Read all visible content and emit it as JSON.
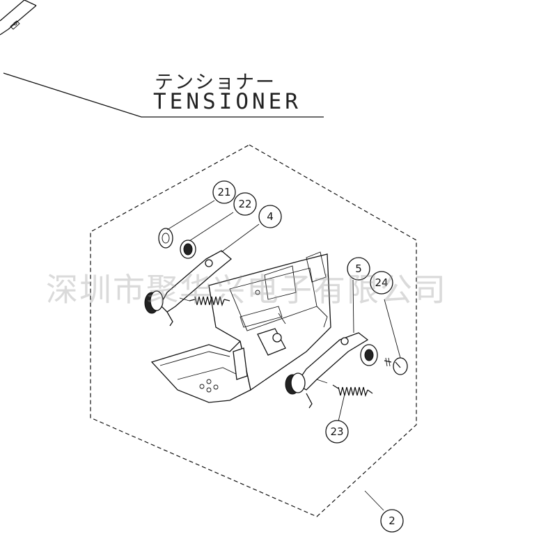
{
  "title": {
    "japanese": "テンショナー",
    "english": "TENSIONER"
  },
  "watermark": "深圳市聚华兴电子有限公司",
  "callouts": [
    {
      "id": "21",
      "label": "21"
    },
    {
      "id": "22",
      "label": "22"
    },
    {
      "id": "4",
      "label": "4"
    },
    {
      "id": "5",
      "label": "5"
    },
    {
      "id": "24",
      "label": "24"
    },
    {
      "id": "23",
      "label": "23"
    },
    {
      "id": "2",
      "label": "2"
    }
  ]
}
